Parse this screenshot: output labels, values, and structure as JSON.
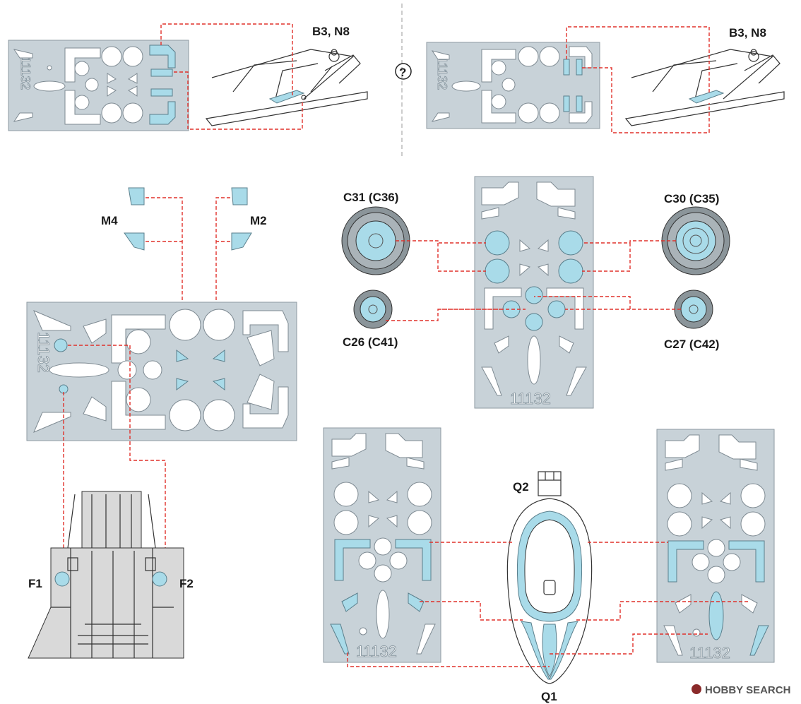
{
  "labels": {
    "b3n8_left": "B3, N8",
    "b3n8_right": "B3, N8",
    "question_mark": "?",
    "m4": "M4",
    "m2": "M2",
    "c31": "C31 (C36)",
    "c30": "C30 (C35)",
    "c26": "C26 (C41)",
    "c27": "C27 (C42)",
    "f1": "F1",
    "f2": "F2",
    "q1": "Q1",
    "q2": "Q2"
  },
  "sheet_number": "11132",
  "watermark": {
    "brand": "HOBBY SEARCH"
  },
  "colors": {
    "mask_blue": "#a9dbe9",
    "sheet_grey": "#c8d2d8",
    "leader_red": "#e0312a"
  }
}
